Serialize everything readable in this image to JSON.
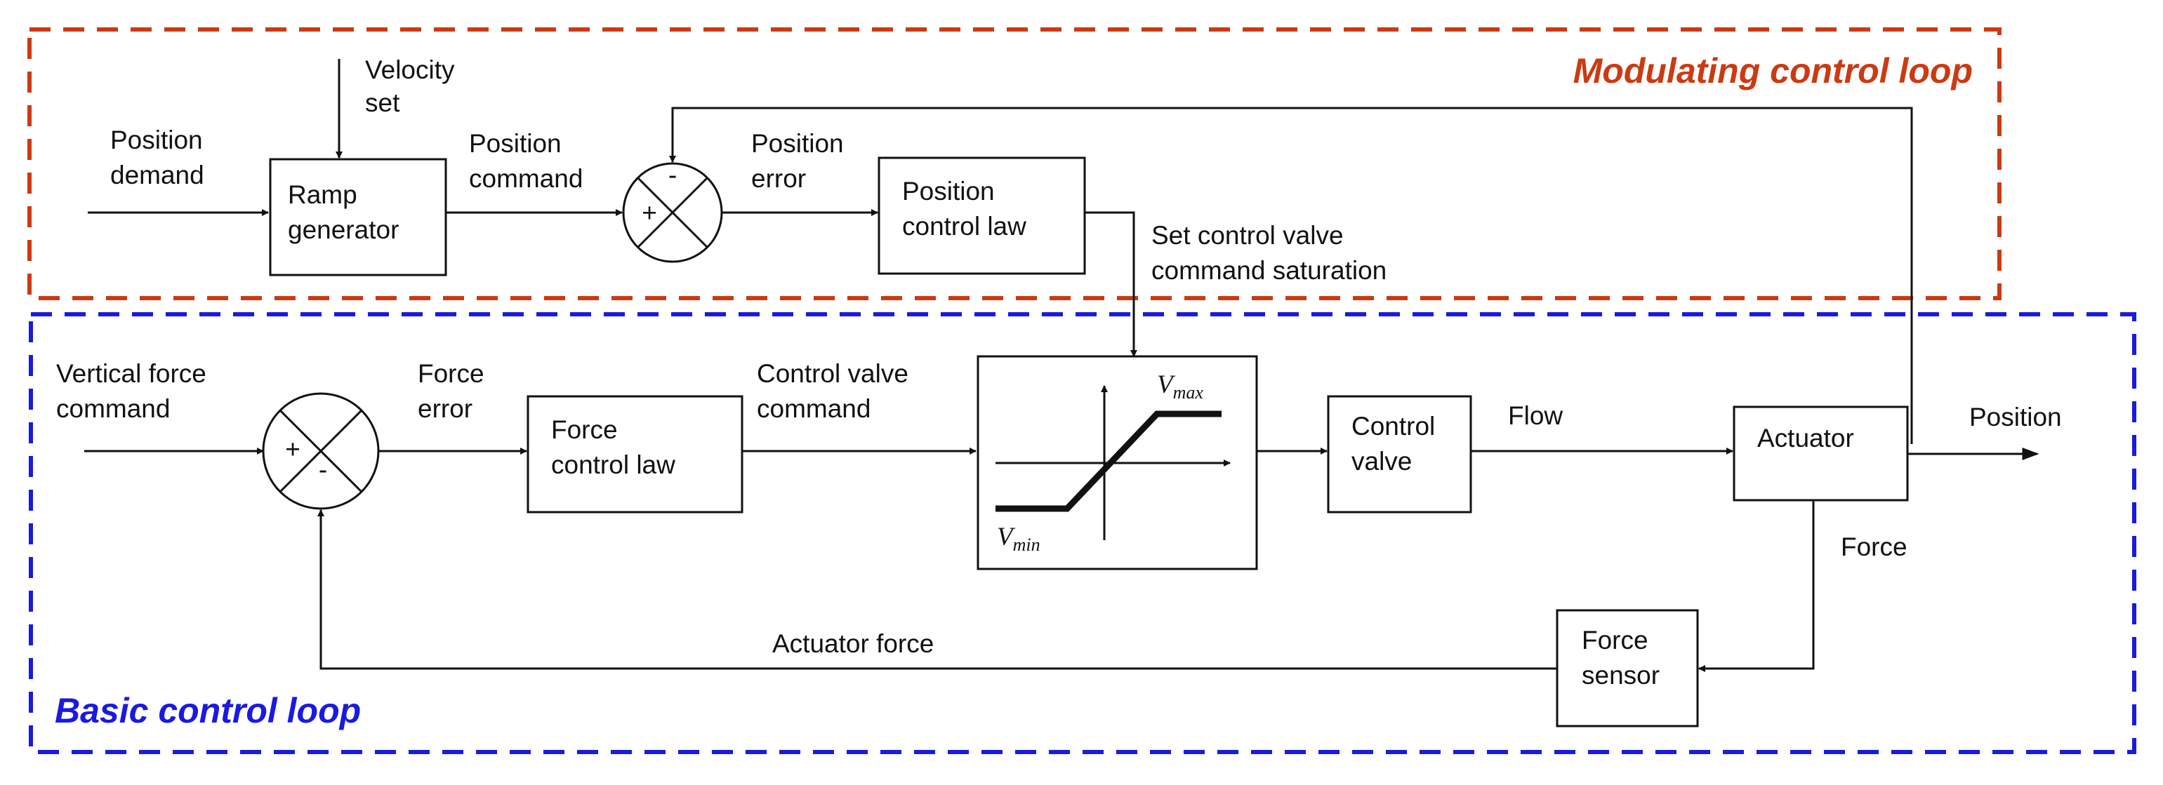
{
  "regions": {
    "modulating": {
      "title": "Modulating control loop",
      "color": "#cc3a12"
    },
    "basic": {
      "title": "Basic control loop",
      "color": "#1a1ae0"
    }
  },
  "blocks": {
    "ramp": {
      "lines": [
        "Ramp",
        "generator"
      ]
    },
    "position_law": {
      "lines": [
        "Position",
        "control law"
      ]
    },
    "force_law": {
      "lines": [
        "Force",
        "control law"
      ]
    },
    "control_valve": {
      "lines": [
        "Control",
        "valve"
      ]
    },
    "actuator": {
      "lines": [
        "Actuator"
      ]
    },
    "force_sensor": {
      "lines": [
        "Force",
        "sensor"
      ]
    }
  },
  "summers": {
    "position_sum": {
      "top_sign": "-",
      "left_sign": "+"
    },
    "force_sum": {
      "left_sign": "+",
      "right_sign": "-"
    }
  },
  "saturation": {
    "vmax": {
      "base": "V",
      "sub": "max"
    },
    "vmin": {
      "base": "V",
      "sub": "min"
    }
  },
  "signals": {
    "velocity_set": [
      "Velocity",
      "set"
    ],
    "position_demand": [
      "Position",
      "demand"
    ],
    "position_command": [
      "Position",
      "command"
    ],
    "position_error": [
      "Position",
      "error"
    ],
    "set_saturation": [
      "Set control valve",
      "command saturation"
    ],
    "vertical_force_command": [
      "Vertical force",
      "command"
    ],
    "force_error": [
      "Force",
      "error"
    ],
    "control_valve_command": [
      "Control valve",
      "command"
    ],
    "flow": [
      "Flow"
    ],
    "position_out": [
      "Position"
    ],
    "force": [
      "Force"
    ],
    "actuator_force": [
      "Actuator force"
    ]
  }
}
